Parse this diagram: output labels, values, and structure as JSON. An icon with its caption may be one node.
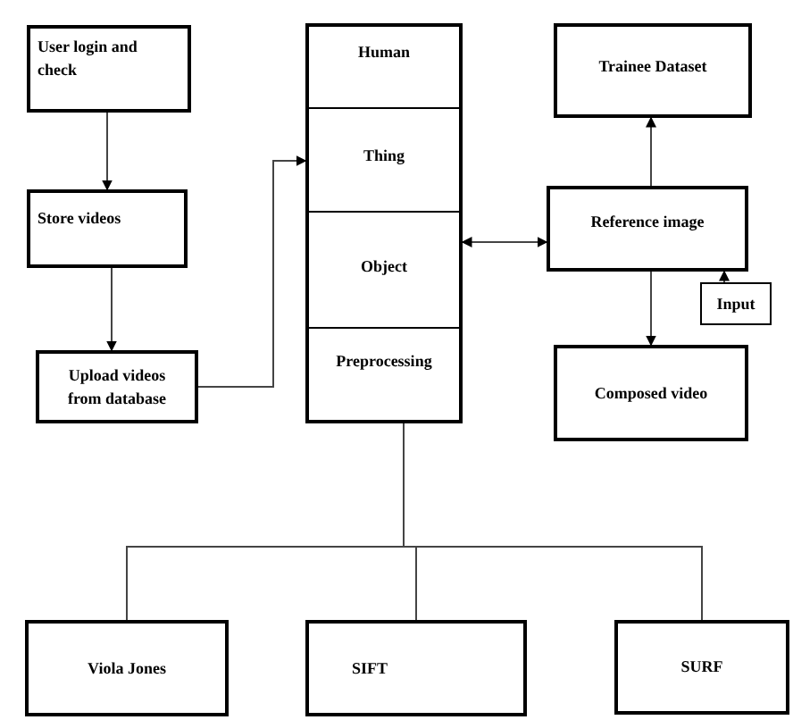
{
  "diagram": {
    "nodes": [
      {
        "text": [
          "User login and check"
        ]
      },
      {
        "text": [
          "Store videos"
        ]
      },
      {
        "text": [
          "Upload videos from database"
        ]
      },
      {
        "text": [],
        "shape": "box"
      },
      {
        "text": [
          "Human"
        ],
        "in": 3
      },
      {
        "text": [
          "Thing"
        ],
        "in": 3
      },
      {
        "text": [
          "Object"
        ],
        "in": 3
      },
      {
        "text": [
          "Preprocessing"
        ],
        "in": 3
      },
      {
        "text": [
          "Trainee Dataset"
        ]
      },
      {
        "text": [
          "Reference image"
        ]
      },
      {
        "text": [
          "Input"
        ]
      },
      {
        "text": [
          "Composed video"
        ]
      },
      {
        "text": [
          "Viola Jones"
        ]
      },
      {
        "text": [
          "SIFT"
        ]
      },
      {
        "text": [
          "SURF"
        ]
      }
    ],
    "edges": [
      {
        "from": 0,
        "to": 1,
        "arrow": "to"
      },
      {
        "from": 1,
        "to": 2,
        "arrow": "to"
      },
      {
        "from": 2,
        "to": 5,
        "arrow": "to"
      },
      {
        "from": 6,
        "to": 9,
        "arrow": "both"
      },
      {
        "from": 9,
        "to": 8,
        "arrow": "to"
      },
      {
        "from": 9,
        "to": 11,
        "arrow": "to"
      },
      {
        "from": 10,
        "to": 9,
        "arrow": "to"
      },
      {
        "from": 7,
        "to": 12,
        "arrow": "none"
      },
      {
        "from": 7,
        "to": 13,
        "arrow": "none"
      },
      {
        "from": 7,
        "to": 14,
        "arrow": "none"
      }
    ]
  }
}
